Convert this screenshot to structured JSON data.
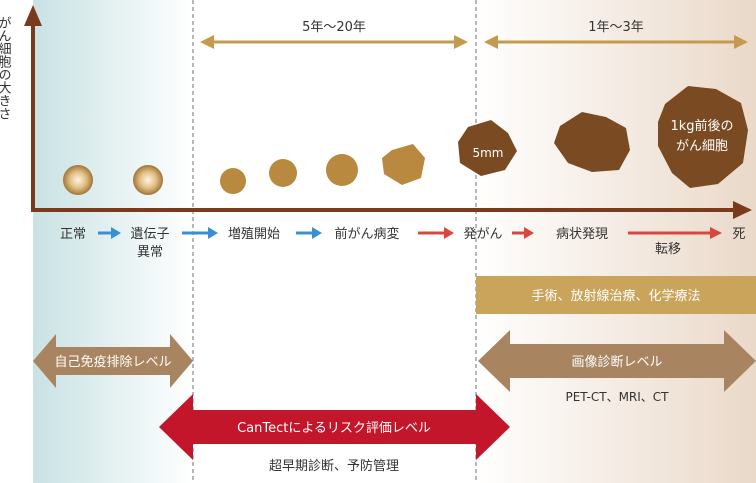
{
  "y_axis_label": "がん細胞の大きさ",
  "periods": {
    "early": "5年〜20年",
    "late": "1年〜3年"
  },
  "tumor_labels": {
    "small": "5mm",
    "large_line1": "1kg前後の",
    "large_line2": "がん細胞"
  },
  "stages": [
    {
      "label": "正常"
    },
    {
      "label": "遺伝子",
      "label2": "異常"
    },
    {
      "label": "増殖開始"
    },
    {
      "label": "前がん病変"
    },
    {
      "label": "発がん"
    },
    {
      "label": "病状発現"
    },
    {
      "label": "転移"
    },
    {
      "label": "死"
    }
  ],
  "treatment_label": "手術、放射線治療、化学療法",
  "levels": {
    "immune": "自己免疫排除レベル",
    "imaging": "画像診断レベル",
    "imaging_sub": "PET-CT、MRI、CT",
    "cantect": "CanTectによるリスク評価レベル",
    "cantect_sub": "超早期診断、予防管理"
  },
  "colors": {
    "axis": "#7a3a1e",
    "gold_arrow": "#c49a4f",
    "blue_arrow": "#3a8fd0",
    "red_arrow": "#d9473c",
    "treatment_bar": "#c9a45a",
    "imaging_arrow": "#a88560",
    "immune_arrow": "#a88560",
    "cantect_arrow": "#c4162a",
    "tumor_brown": "#7a4a22",
    "tumor_tan": "#b8893f"
  }
}
